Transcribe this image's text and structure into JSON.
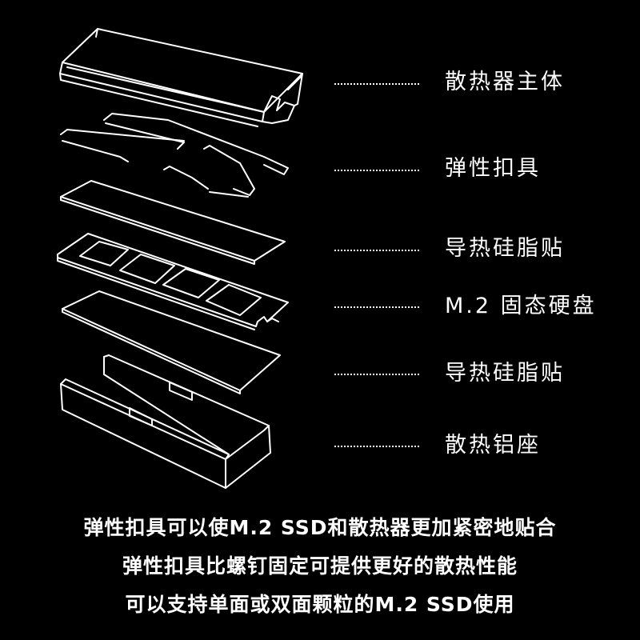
{
  "labels": [
    "散热器主体",
    "弹性扣具",
    "导热硅脂贴",
    "M.2 固态硬盘",
    "导热硅脂贴",
    "散热铝座"
  ],
  "captions": [
    "弹性扣具可以使M.2 SSD和散热器更加紧密地贴合",
    "弹性扣具比螺钉固定可提供更好的散热性能",
    "可以支持单面或双面颗粒的M.2 SSD使用"
  ],
  "colors": {
    "background": "#000000",
    "line": "#ffffff"
  }
}
